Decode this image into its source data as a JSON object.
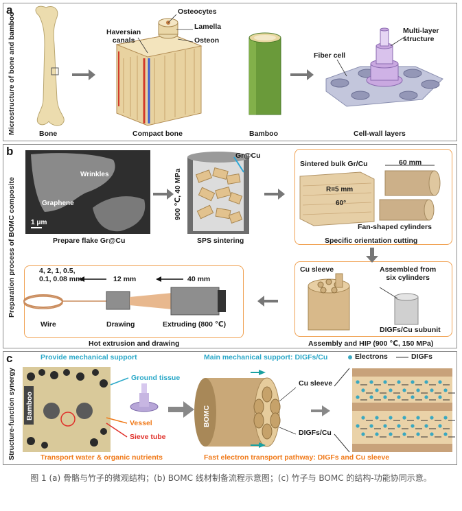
{
  "panel_a": {
    "letter": "a",
    "side_label": "Microstructure of bone and bamboo",
    "labels": {
      "osteocytes": "Osteocytes",
      "haversian": "Haversian\ncanals",
      "lamella": "Lamella",
      "osteon": "Osteon",
      "multilayer": "Multi-layer\nstructure",
      "fiber_cell": "Fiber cell"
    },
    "captions": {
      "bone": "Bone",
      "compact": "Compact bone",
      "bamboo": "Bamboo",
      "cellwall": "Cell-wall layers"
    },
    "colors": {
      "bone": "#e8d9a8",
      "bamboo": "#6a9a3a",
      "cell": "#b8bcd6"
    }
  },
  "panel_b": {
    "letter": "b",
    "side_label": "Preparation process of BOMC composite",
    "labels": {
      "wrinkles": "Wrinkles",
      "graphene": "Graphene",
      "scalebar": "1 μm",
      "grcu": "Gr@Cu",
      "sps_cond": "900 ℃, 40 MPa",
      "sintered": "Sintered bulk Gr/Cu",
      "len60": "60 mm",
      "radius": "R=5 mm",
      "angle": "60°",
      "fan": "Fan-shaped cylinders",
      "cu_sleeve": "Cu sleeve",
      "assembled": "Assembled from\nsix cylinders",
      "subunit": "DIGFs/Cu subunit",
      "diameters": "4, 2, 1, 0.5,\n0.1, 0.08 mm",
      "d12": "12 mm",
      "d40": "40 mm",
      "wire": "Wire",
      "drawing": "Drawing",
      "extruding": "Extruding (800 ℃)"
    },
    "captions": {
      "flake": "Prepare flake Gr@Cu",
      "sps": "SPS sintering",
      "cutting": "Specific orientation cutting",
      "hip": "Assembly and HIP (900 ℃, 150 MPa)",
      "hot": "Hot extrusion and drawing"
    },
    "colors": {
      "box_border": "#f0a050",
      "copper": "#c98a5a",
      "gr_cu": "#d8b98a"
    }
  },
  "panel_c": {
    "letter": "c",
    "side_label": "Structure-function synergy",
    "labels": {
      "provide": "Provide mechanical support",
      "ground": "Ground tissue",
      "bamboo": "Bamboo",
      "vessel": "Vessel",
      "sieve": "Sieve tube",
      "transport": "Transport water & organic nutrients",
      "main_support": "Main mechanical support: DIGFs/Cu",
      "bomc": "BOMC",
      "cu_sleeve": "Cu sleeve",
      "digfs_cu": "DIGFs/Cu",
      "fast": "Fast electron transport pathway: DIGFs and Cu sleeve",
      "electrons": "Electrons",
      "digfs": "DIGFs"
    },
    "colors": {
      "teal_text": "#2aa8c8",
      "orange_text": "#f07a1a",
      "electron": "#3aa8c0"
    }
  },
  "figure_caption": "图 1 (a) 骨骼与竹子的微观结构；(b) BOMC 线材制备流程示意图；(c) 竹子与 BOMC 的结构-功能协同示意。"
}
